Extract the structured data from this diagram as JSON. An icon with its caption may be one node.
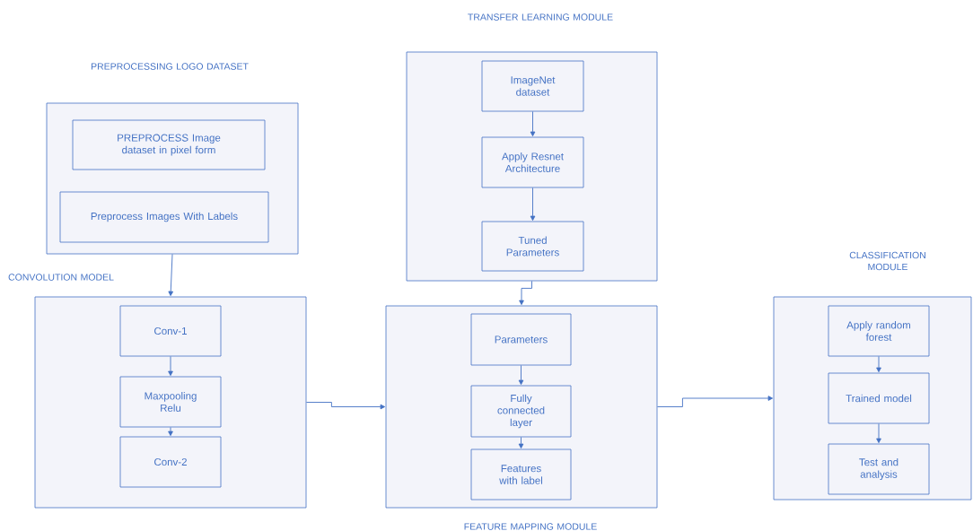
{
  "diagram": {
    "nodes": [
      {
        "text": [
          "PREPROCESSING LOGO DATASET"
        ]
      },
      {
        "text": [
          "PREPROCESS Image dataset in pixel form"
        ],
        "in": 0
      },
      {
        "text": [
          "Preprocess Images With Labels"
        ],
        "in": 0
      },
      {
        "text": [
          "TRANSFER LEARNING MODULE"
        ]
      },
      {
        "text": [
          "ImageNet dataset"
        ],
        "in": 3
      },
      {
        "text": [
          "Apply Resnet Architecture"
        ],
        "in": 3
      },
      {
        "text": [
          "Tuned Parameters"
        ],
        "in": 3
      },
      {
        "text": [
          "CONVOLUTION MODEL"
        ]
      },
      {
        "text": [
          "Conv-1"
        ],
        "in": 7
      },
      {
        "text": [
          "Maxpooling Relu"
        ],
        "in": 7
      },
      {
        "text": [
          "Conv-2"
        ],
        "in": 7
      },
      {
        "text": [
          "FEATURE MAPPING MODULE"
        ]
      },
      {
        "text": [
          "Parameters"
        ],
        "in": 11
      },
      {
        "text": [
          "Fully connected layer"
        ],
        "in": 11
      },
      {
        "text": [
          "Features with label"
        ],
        "in": 11
      },
      {
        "text": [
          "CLASSIFICATION MODULE"
        ]
      },
      {
        "text": [
          "Apply random forest"
        ],
        "in": 15
      },
      {
        "text": [
          "Trained model"
        ],
        "in": 15
      },
      {
        "text": [
          "Test and analysis"
        ],
        "in": 15
      }
    ],
    "edges": [
      {
        "from": 0,
        "to": 7,
        "arrow": "to"
      },
      {
        "from": 4,
        "to": 5,
        "arrow": "to"
      },
      {
        "from": 5,
        "to": 6,
        "arrow": "to"
      },
      {
        "from": 3,
        "to": 11,
        "arrow": "to"
      },
      {
        "from": 8,
        "to": 9,
        "arrow": "to"
      },
      {
        "from": 9,
        "to": 10,
        "arrow": "to"
      },
      {
        "from": 7,
        "to": 11,
        "arrow": "to"
      },
      {
        "from": 12,
        "to": 13,
        "arrow": "to"
      },
      {
        "from": 13,
        "to": 14,
        "arrow": "to"
      },
      {
        "from": 11,
        "to": 15,
        "arrow": "to"
      },
      {
        "from": 16,
        "to": 17,
        "arrow": "to"
      },
      {
        "from": 17,
        "to": 18,
        "arrow": "to"
      }
    ]
  }
}
